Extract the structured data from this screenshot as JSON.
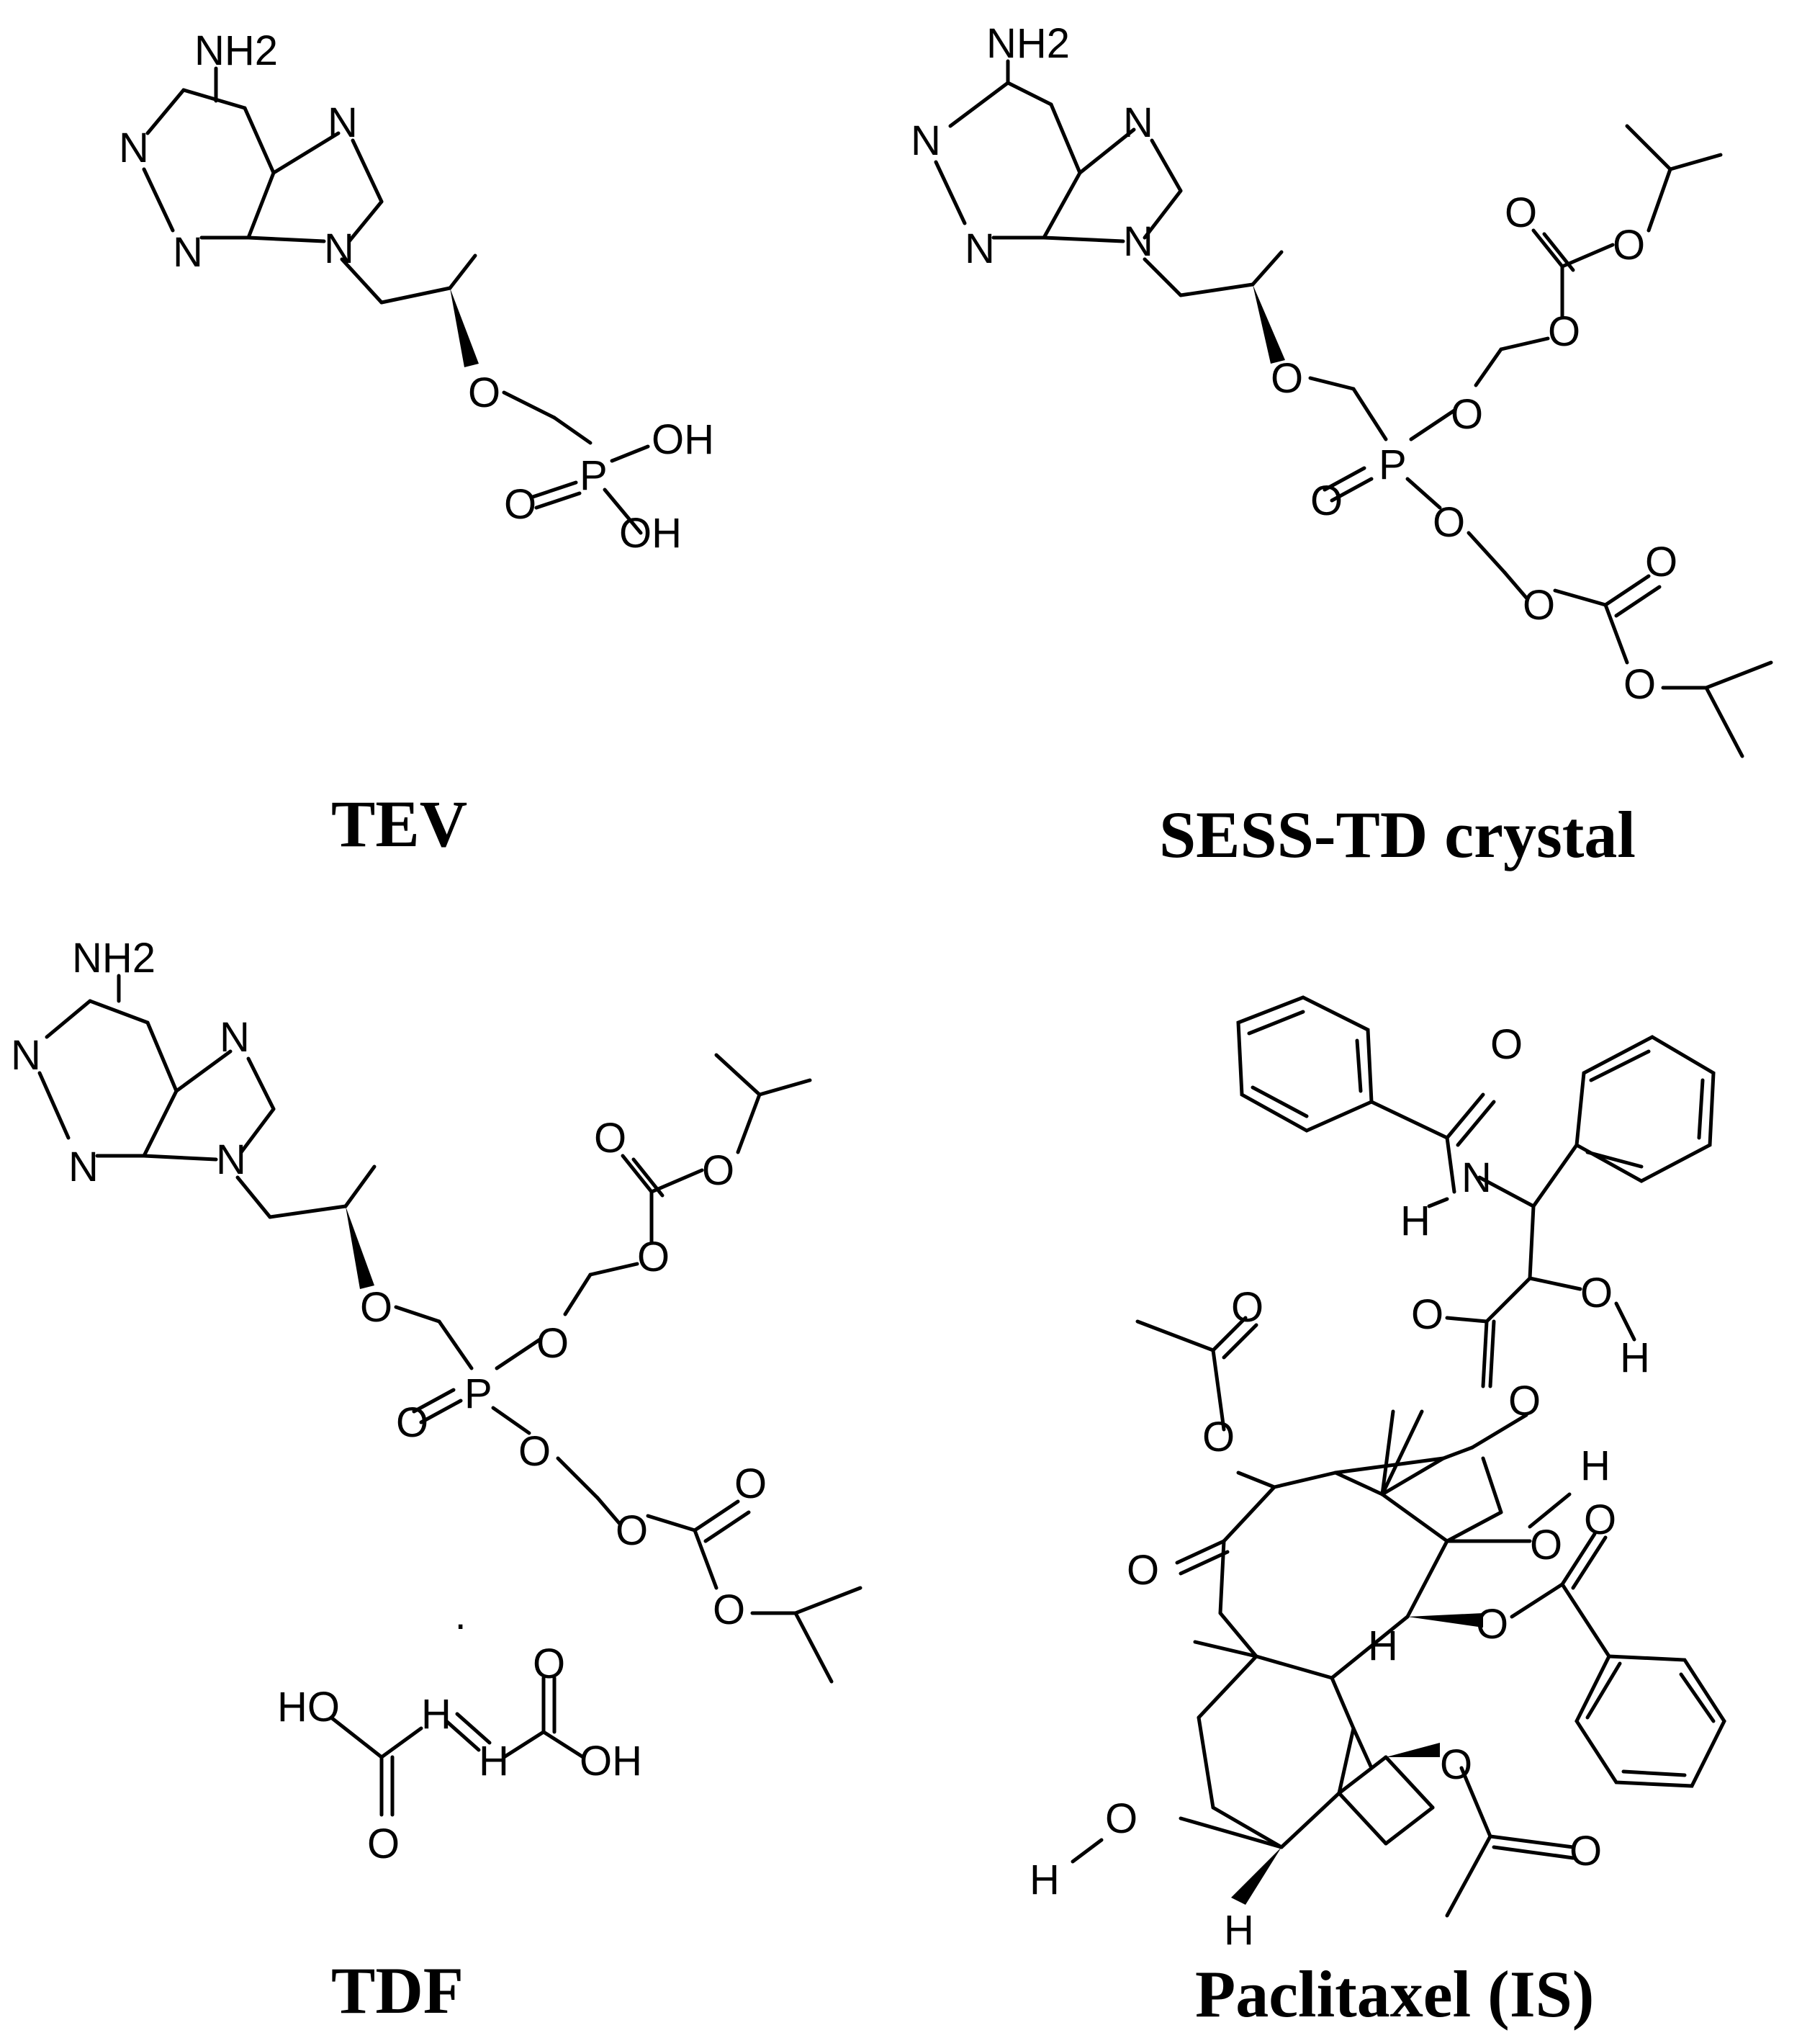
{
  "compounds": [
    {
      "caption": "TEV"
    },
    {
      "caption": "SESS-TD crystal"
    },
    {
      "caption": "TDF"
    },
    {
      "caption": "Paclitaxel (IS)"
    }
  ],
  "atom_labels": {
    "NH2": "NH2",
    "N": "N",
    "O": "O",
    "P": "P",
    "OH": "OH",
    "HO": "HO",
    "H": "H"
  },
  "salt_dot": "·"
}
